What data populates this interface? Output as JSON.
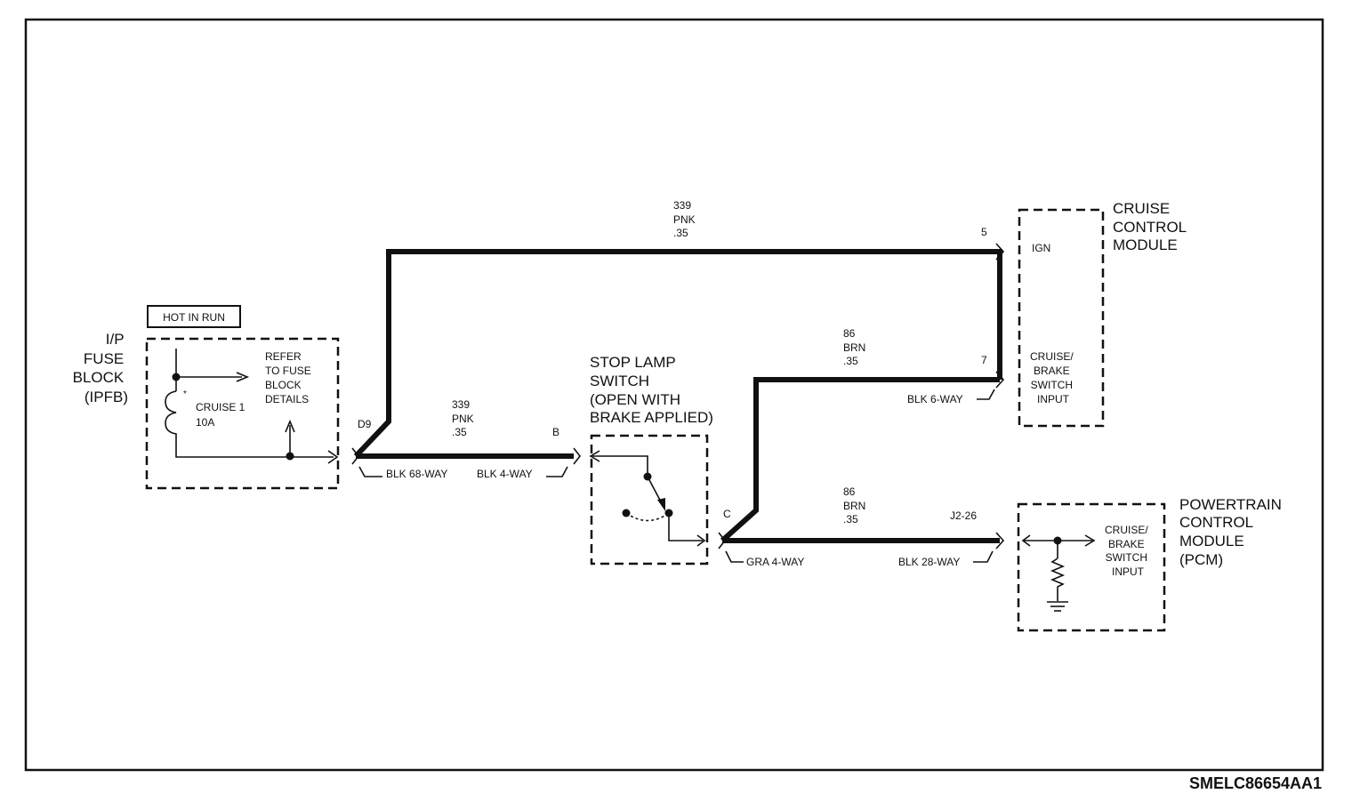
{
  "diagram_id": "SMELC86654AA1",
  "components": {
    "fuse_block": {
      "label": [
        "I/P",
        "FUSE",
        "BLOCK",
        "(IPFB)"
      ],
      "hot_label": "HOT IN RUN",
      "fuse_name": "CRUISE 1",
      "fuse_rating": "10A",
      "refer_text": [
        "REFER",
        "TO FUSE",
        "BLOCK",
        "DETAILS"
      ]
    },
    "stop_lamp_switch": {
      "label": [
        "STOP LAMP",
        "SWITCH",
        "(OPEN WITH",
        "BRAKE APPLIED)"
      ]
    },
    "cruise_control_module": {
      "label": [
        "CRUISE",
        "CONTROL",
        "MODULE"
      ],
      "pin_ign": "IGN",
      "pin_input": [
        "CRUISE/",
        "BRAKE",
        "SWITCH",
        "INPUT"
      ]
    },
    "pcm": {
      "label": [
        "POWERTRAIN",
        "CONTROL",
        "MODULE",
        "(PCM)"
      ],
      "pin_input": [
        "CRUISE/",
        "BRAKE",
        "SWITCH",
        "INPUT"
      ]
    }
  },
  "wires": {
    "top": [
      "339",
      "PNK",
      ".35"
    ],
    "mid": [
      "339",
      "PNK",
      ".35"
    ],
    "upper_brn": [
      "86",
      "BRN",
      ".35"
    ],
    "lower_brn": [
      "86",
      "BRN",
      ".35"
    ]
  },
  "connectors": {
    "d9": "D9",
    "b": "B",
    "c": "C",
    "pin5": "5",
    "pin7": "7",
    "j2_26": "J2-26",
    "blk68": "BLK 68-WAY",
    "blk4": "BLK 4-WAY",
    "gra4": "GRA 4-WAY",
    "blk6": "BLK 6-WAY",
    "blk28": "BLK 28-WAY"
  }
}
